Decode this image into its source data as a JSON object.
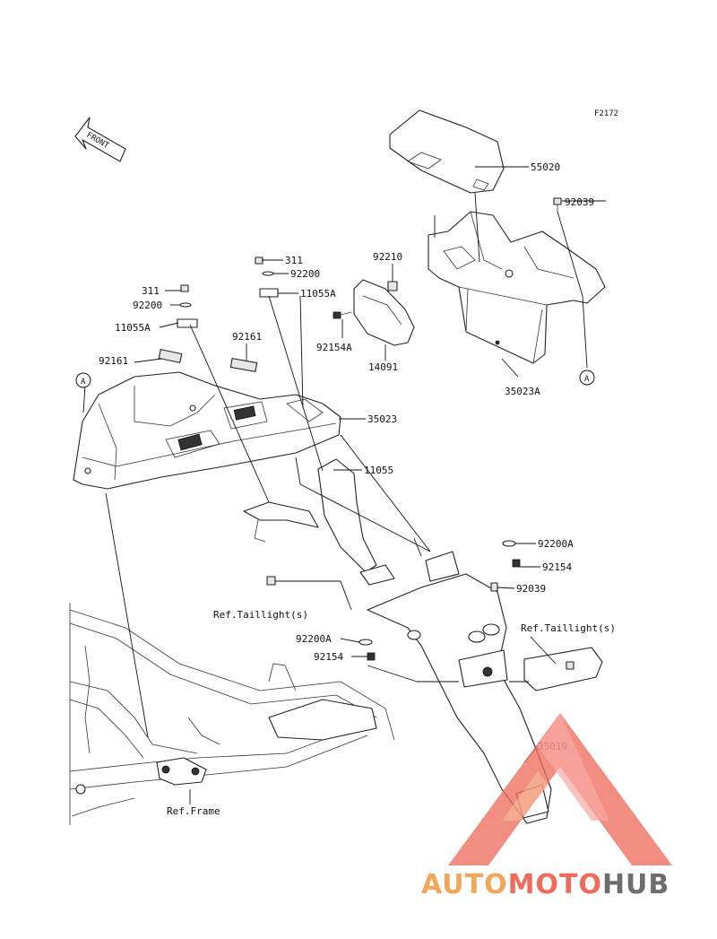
{
  "diagram": {
    "code": "F2172",
    "front_label": "FRONT",
    "callouts": [
      {
        "id": "c-55020",
        "text": "55020"
      },
      {
        "id": "c-92039-top",
        "text": "92039"
      },
      {
        "id": "c-92210",
        "text": "92210"
      },
      {
        "id": "c-311-right",
        "text": "311"
      },
      {
        "id": "c-92200-right",
        "text": "92200"
      },
      {
        "id": "c-11055A-right",
        "text": "11055A"
      },
      {
        "id": "c-311-left",
        "text": "311"
      },
      {
        "id": "c-92200-left",
        "text": "92200"
      },
      {
        "id": "c-11055A-left",
        "text": "11055A"
      },
      {
        "id": "c-92154A",
        "text": "92154A"
      },
      {
        "id": "c-14091",
        "text": "14091"
      },
      {
        "id": "c-35023A",
        "text": "35023A"
      },
      {
        "id": "c-92161-a",
        "text": "92161"
      },
      {
        "id": "c-92161-b",
        "text": "92161"
      },
      {
        "id": "c-35023",
        "text": "35023"
      },
      {
        "id": "c-11055",
        "text": "11055"
      },
      {
        "id": "c-92200A-right",
        "text": "92200A"
      },
      {
        "id": "c-92154-right",
        "text": "92154"
      },
      {
        "id": "c-92039-low",
        "text": "92039"
      },
      {
        "id": "c-reftail-left",
        "text": "Ref.Taillight(s)"
      },
      {
        "id": "c-reftail-right",
        "text": "Ref.Taillight(s)"
      },
      {
        "id": "c-92200A-left",
        "text": "92200A"
      },
      {
        "id": "c-92154-left",
        "text": "92154"
      },
      {
        "id": "c-35019",
        "text": "35019"
      },
      {
        "id": "c-refframe",
        "text": "Ref.Frame"
      }
    ],
    "markers": [
      "A",
      "A"
    ]
  },
  "watermark": {
    "part1": "AUTO",
    "part2": "MOTO",
    "part3": "HUB",
    "colors": {
      "auto": "#f2a65a",
      "moto": "#ef6b5c",
      "hub": "#6d6d6d",
      "triangle": "#ef6b5c"
    }
  }
}
